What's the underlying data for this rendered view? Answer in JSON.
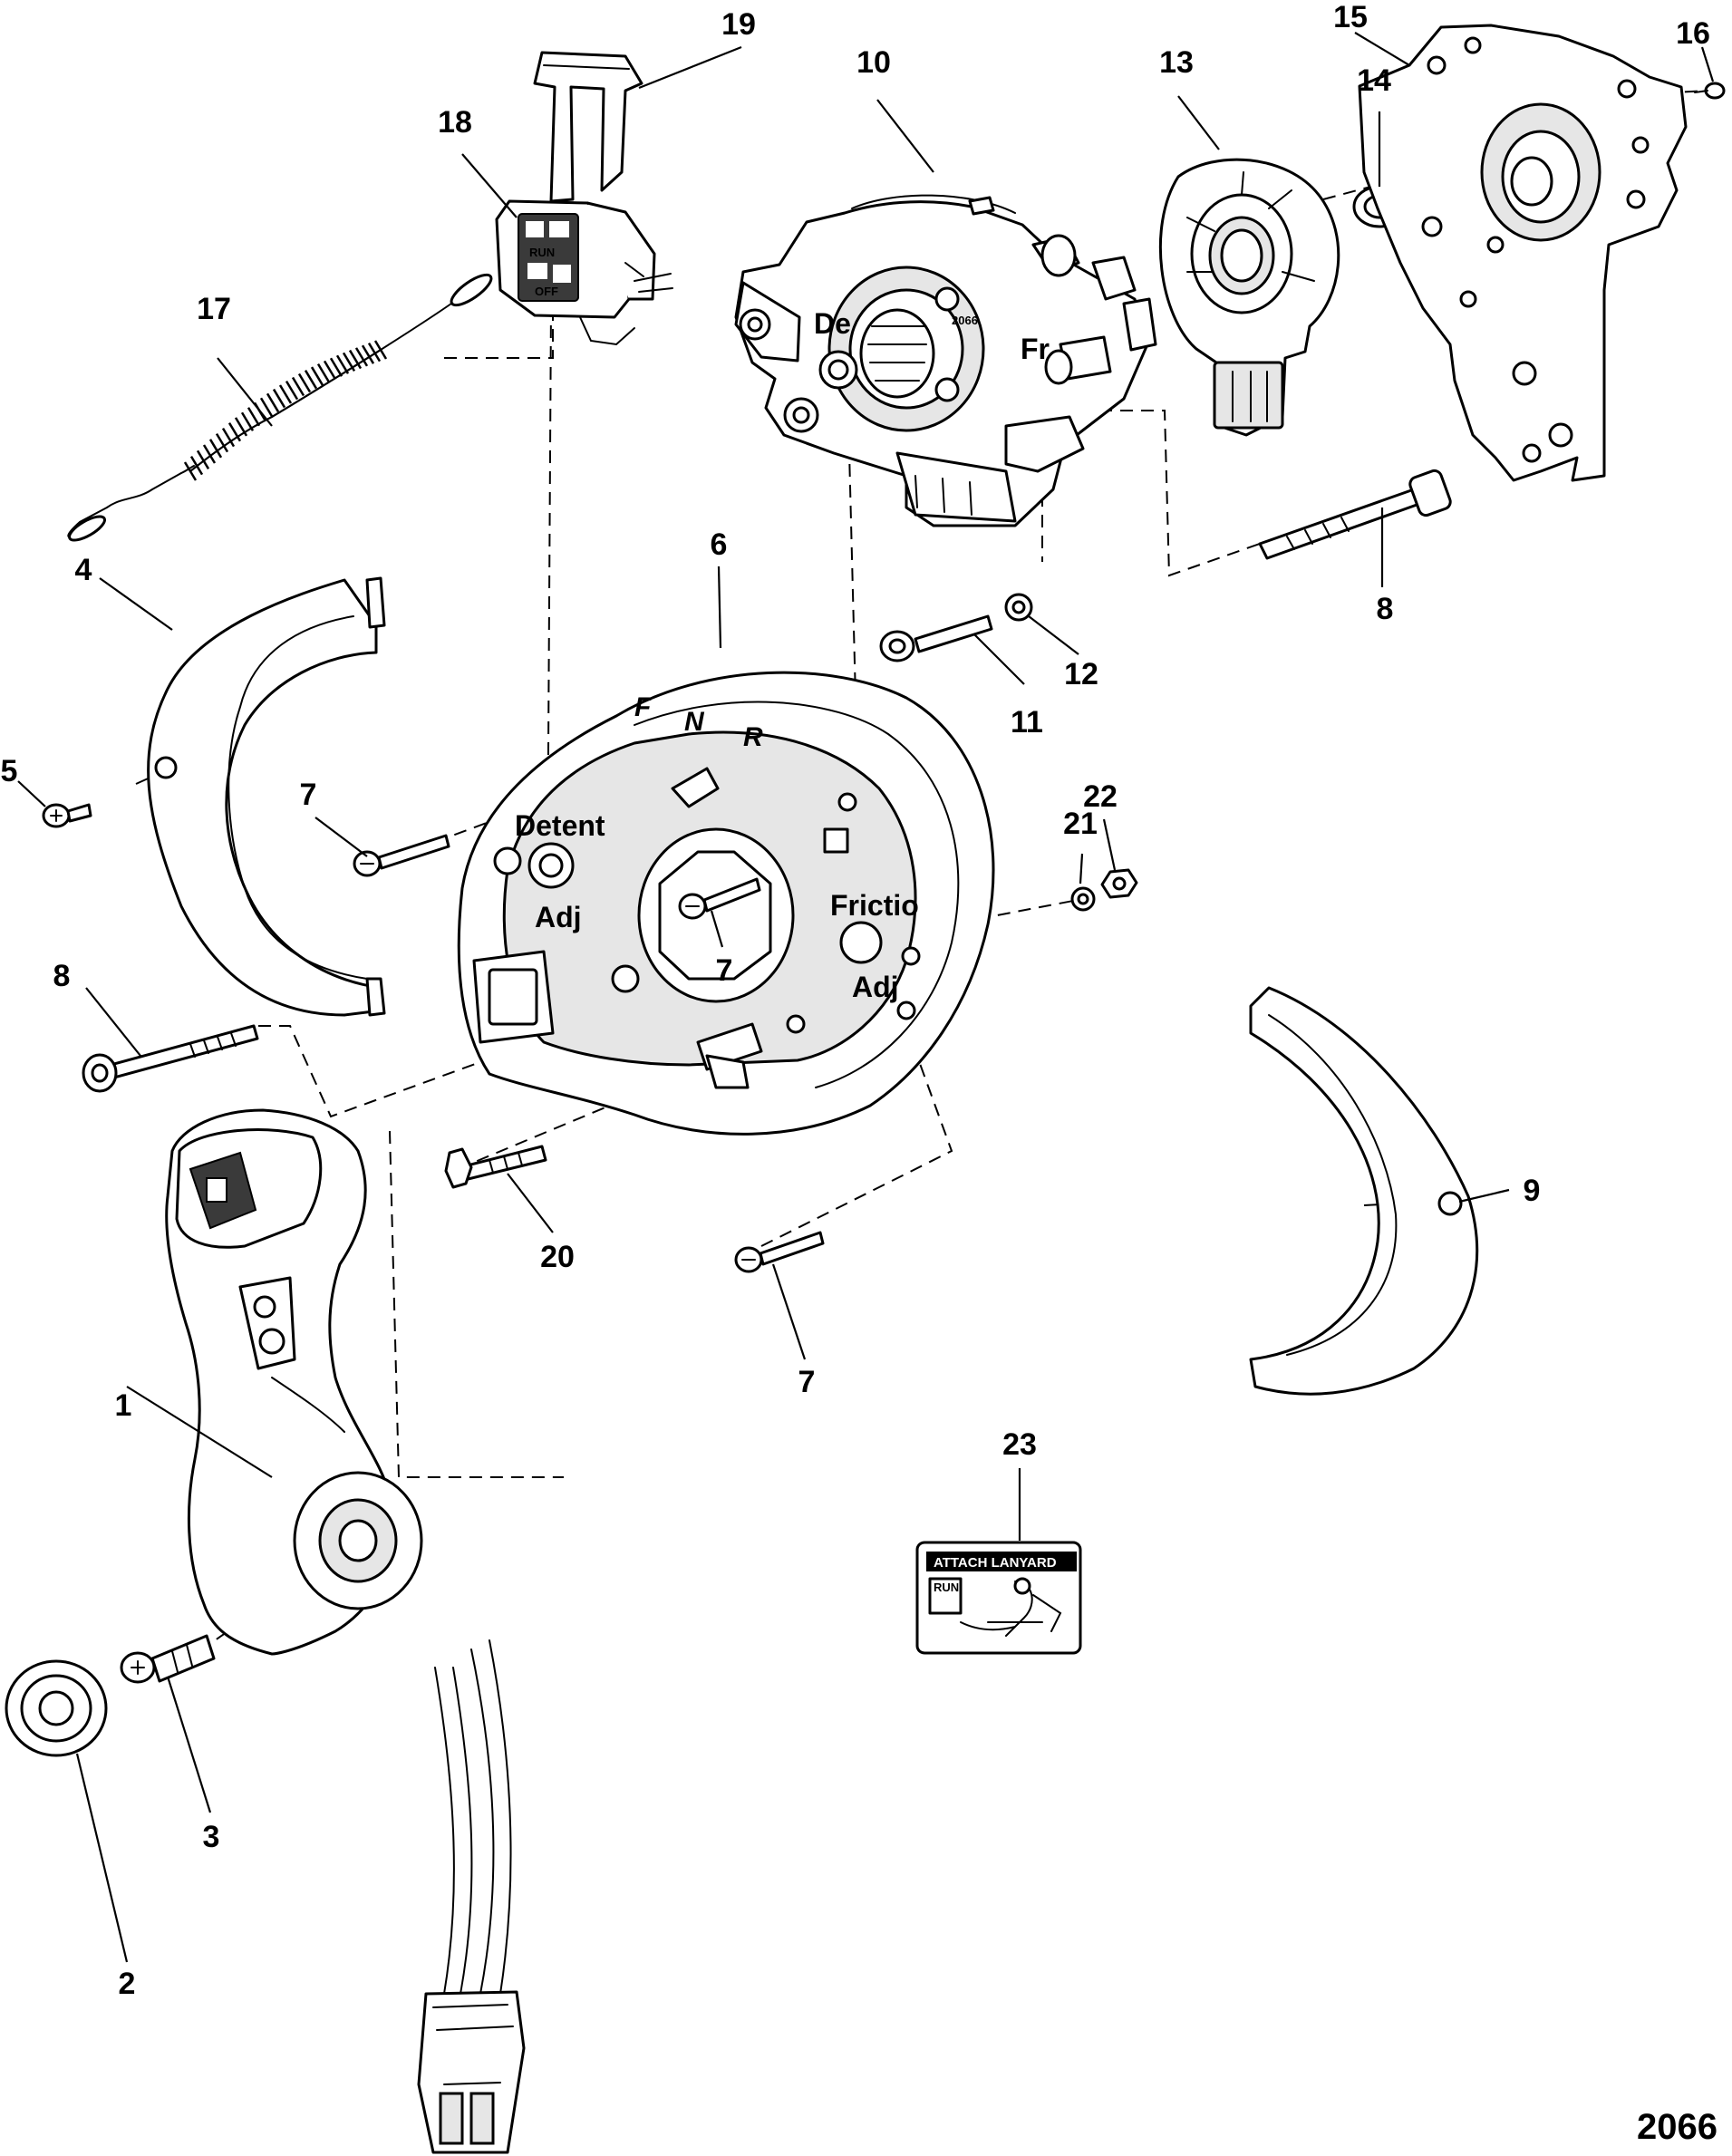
{
  "figure": {
    "number": "2066"
  },
  "callouts": [
    "1",
    "2",
    "3",
    "4",
    "5",
    "6",
    "7",
    "7",
    "7",
    "8",
    "8",
    "9",
    "10",
    "11",
    "12",
    "13",
    "14",
    "15",
    "16",
    "17",
    "18",
    "19",
    "20",
    "21",
    "22",
    "23"
  ],
  "markings": {
    "forward": "F",
    "neutral": "N",
    "reverse": "R",
    "detent": "Detent",
    "adj_left": "Adj",
    "friction": "Frictio",
    "adj_right": "Adj",
    "actuator_de": "De",
    "actuator_fr": "Fr",
    "actuator_code": "2066",
    "switch_run": "RUN",
    "switch_off": "OFF"
  },
  "decal": {
    "title": "ATTACH LANYARD",
    "run_label": "RUN"
  }
}
